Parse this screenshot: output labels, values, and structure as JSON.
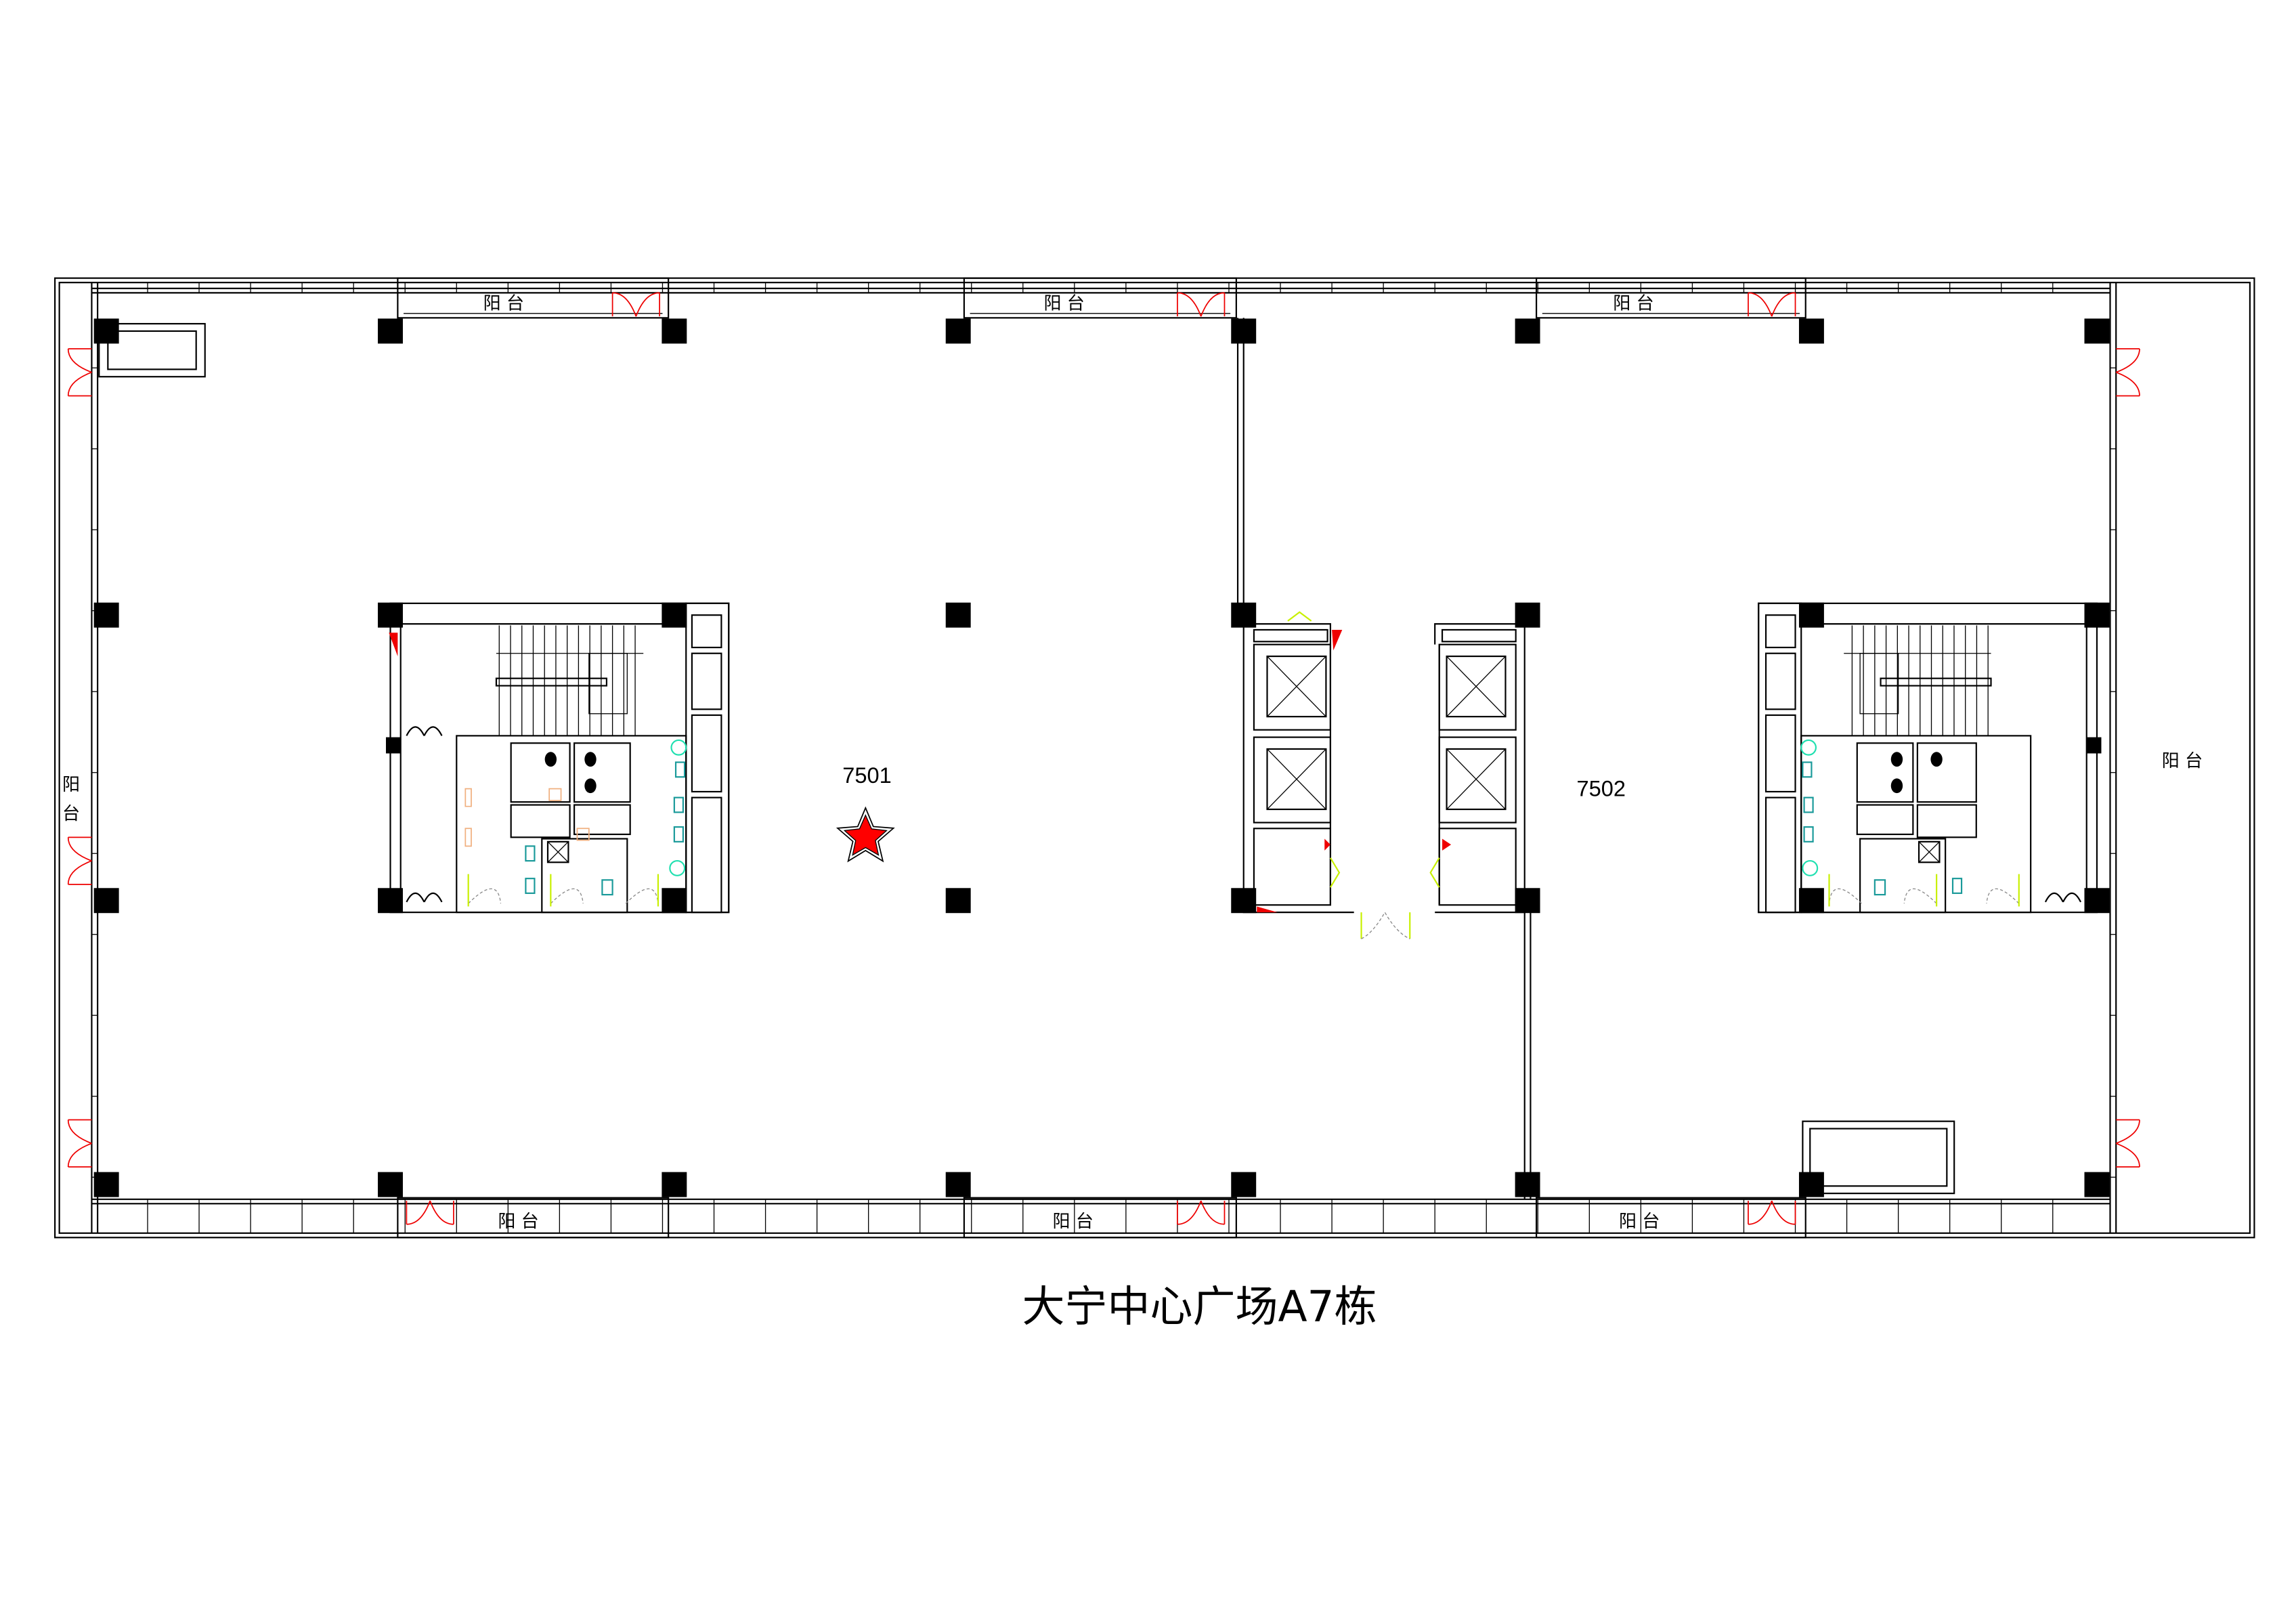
{
  "title": "大宁中心广场A7栋",
  "units": [
    {
      "label": "7501"
    },
    {
      "label": "7502"
    }
  ],
  "balconies": {
    "top": [
      "阳 台",
      "阳 台",
      "阳 台"
    ],
    "bottom": [
      "阳 台",
      "阳 台",
      "阳 台"
    ],
    "left_line1": "阳",
    "left_line2": "台",
    "right": "阳 台"
  },
  "marker": {
    "icon": "star-icon",
    "color": "#ff0000",
    "unit": "7501"
  },
  "colors": {
    "walls": "#000000",
    "doors": "#ee0000",
    "glass_doors": "#c8f000",
    "fixtures": "#1a9a9a"
  }
}
